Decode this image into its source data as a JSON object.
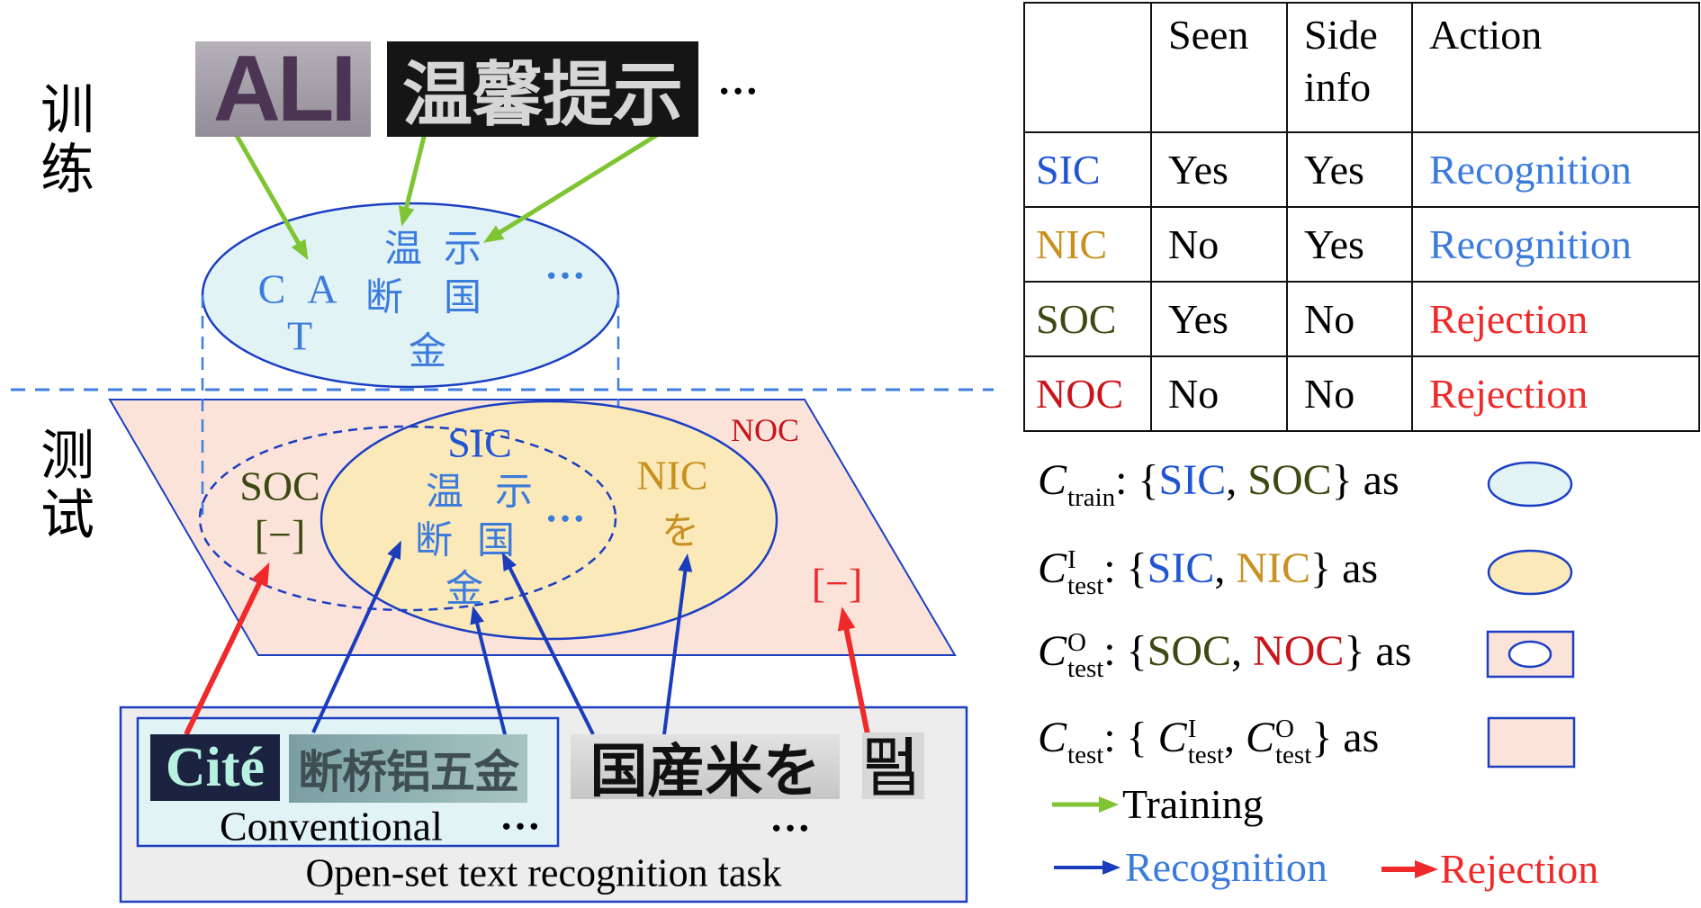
{
  "colors": {
    "sic": "#2155d4",
    "recognition": "#3b7bdc",
    "nic": "#c8901e",
    "soc": "#3c4a12",
    "noc": "#c8141a",
    "rejection": "#ee2a2a",
    "training_arrow": "#7fc533",
    "recognition_arrow": "#1a3cbd",
    "rejection_arrow": "#f02a2a",
    "outline": "#1c3fc2",
    "train_set_fill": "#e1f3f5",
    "known_test_fill": "#fce9ba",
    "open_test_fill": "#fbe3d9",
    "task_box_fill": "#ededed"
  },
  "side_labels": {
    "train": "训练",
    "test": "测试"
  },
  "training_samples": {
    "first": "ALI",
    "second": "温馨提示",
    "more": "···"
  },
  "train_ellipse": {
    "latin": [
      "C",
      "A",
      "T"
    ],
    "cjk": [
      "温",
      "示",
      "断",
      "国",
      "金"
    ],
    "more": "···"
  },
  "test_region": {
    "noc_label": "NOC",
    "noc_unknown": "[−]",
    "soc_label": "SOC",
    "soc_unknown": "[−]",
    "sic_label": "SIC",
    "sic_chars": [
      "温",
      "示",
      "断",
      "国",
      "金"
    ],
    "sic_more": "···",
    "nic_label": "NIC",
    "nic_char": "を"
  },
  "task_box": {
    "conventional_samples": [
      "Cité",
      "断桥铝五金"
    ],
    "conventional_label": "Conventional",
    "conventional_more": "···",
    "open_samples": [
      "国産米を"
    ],
    "open_more": "···",
    "title": "Open-set text recognition task"
  },
  "table": {
    "headers": [
      "",
      "Seen",
      "Side info",
      "Action"
    ],
    "rows": [
      {
        "category": "SIC",
        "seen": "Yes",
        "side_info": "Yes",
        "action": "Recognition"
      },
      {
        "category": "NIC",
        "seen": "No",
        "side_info": "Yes",
        "action": "Recognition"
      },
      {
        "category": "SOC",
        "seen": "Yes",
        "side_info": "No",
        "action": "Rejection"
      },
      {
        "category": "NOC",
        "seen": "No",
        "side_info": "No",
        "action": "Rejection"
      }
    ]
  },
  "legend": {
    "train": {
      "symbol": "C",
      "sub": "train",
      "open": ": {",
      "a": "SIC",
      "comma": ", ",
      "b": "SOC",
      "close": "} as"
    },
    "test_in": {
      "symbol": "C",
      "sup": "I",
      "sub": "test",
      "open": ": {",
      "a": "SIC",
      "comma": ", ",
      "b": "NIC",
      "close": "} as"
    },
    "test_out": {
      "symbol": "C",
      "sup": "O",
      "sub": "test",
      "open": ": {",
      "a": "SOC",
      "comma": ", ",
      "b": "NOC",
      "close": "} as"
    },
    "test_all": {
      "symbol": "C",
      "sub": "test",
      "open": ": { ",
      "a_symbol": "C",
      "a_sup": "I",
      "a_sub": "test",
      "comma": ", ",
      "b_symbol": "C",
      "b_sup": "O",
      "b_sub": "test",
      "close": "} as"
    },
    "arrows": {
      "training": "Training",
      "recognition": "Recognition",
      "rejection": "Rejection"
    }
  }
}
